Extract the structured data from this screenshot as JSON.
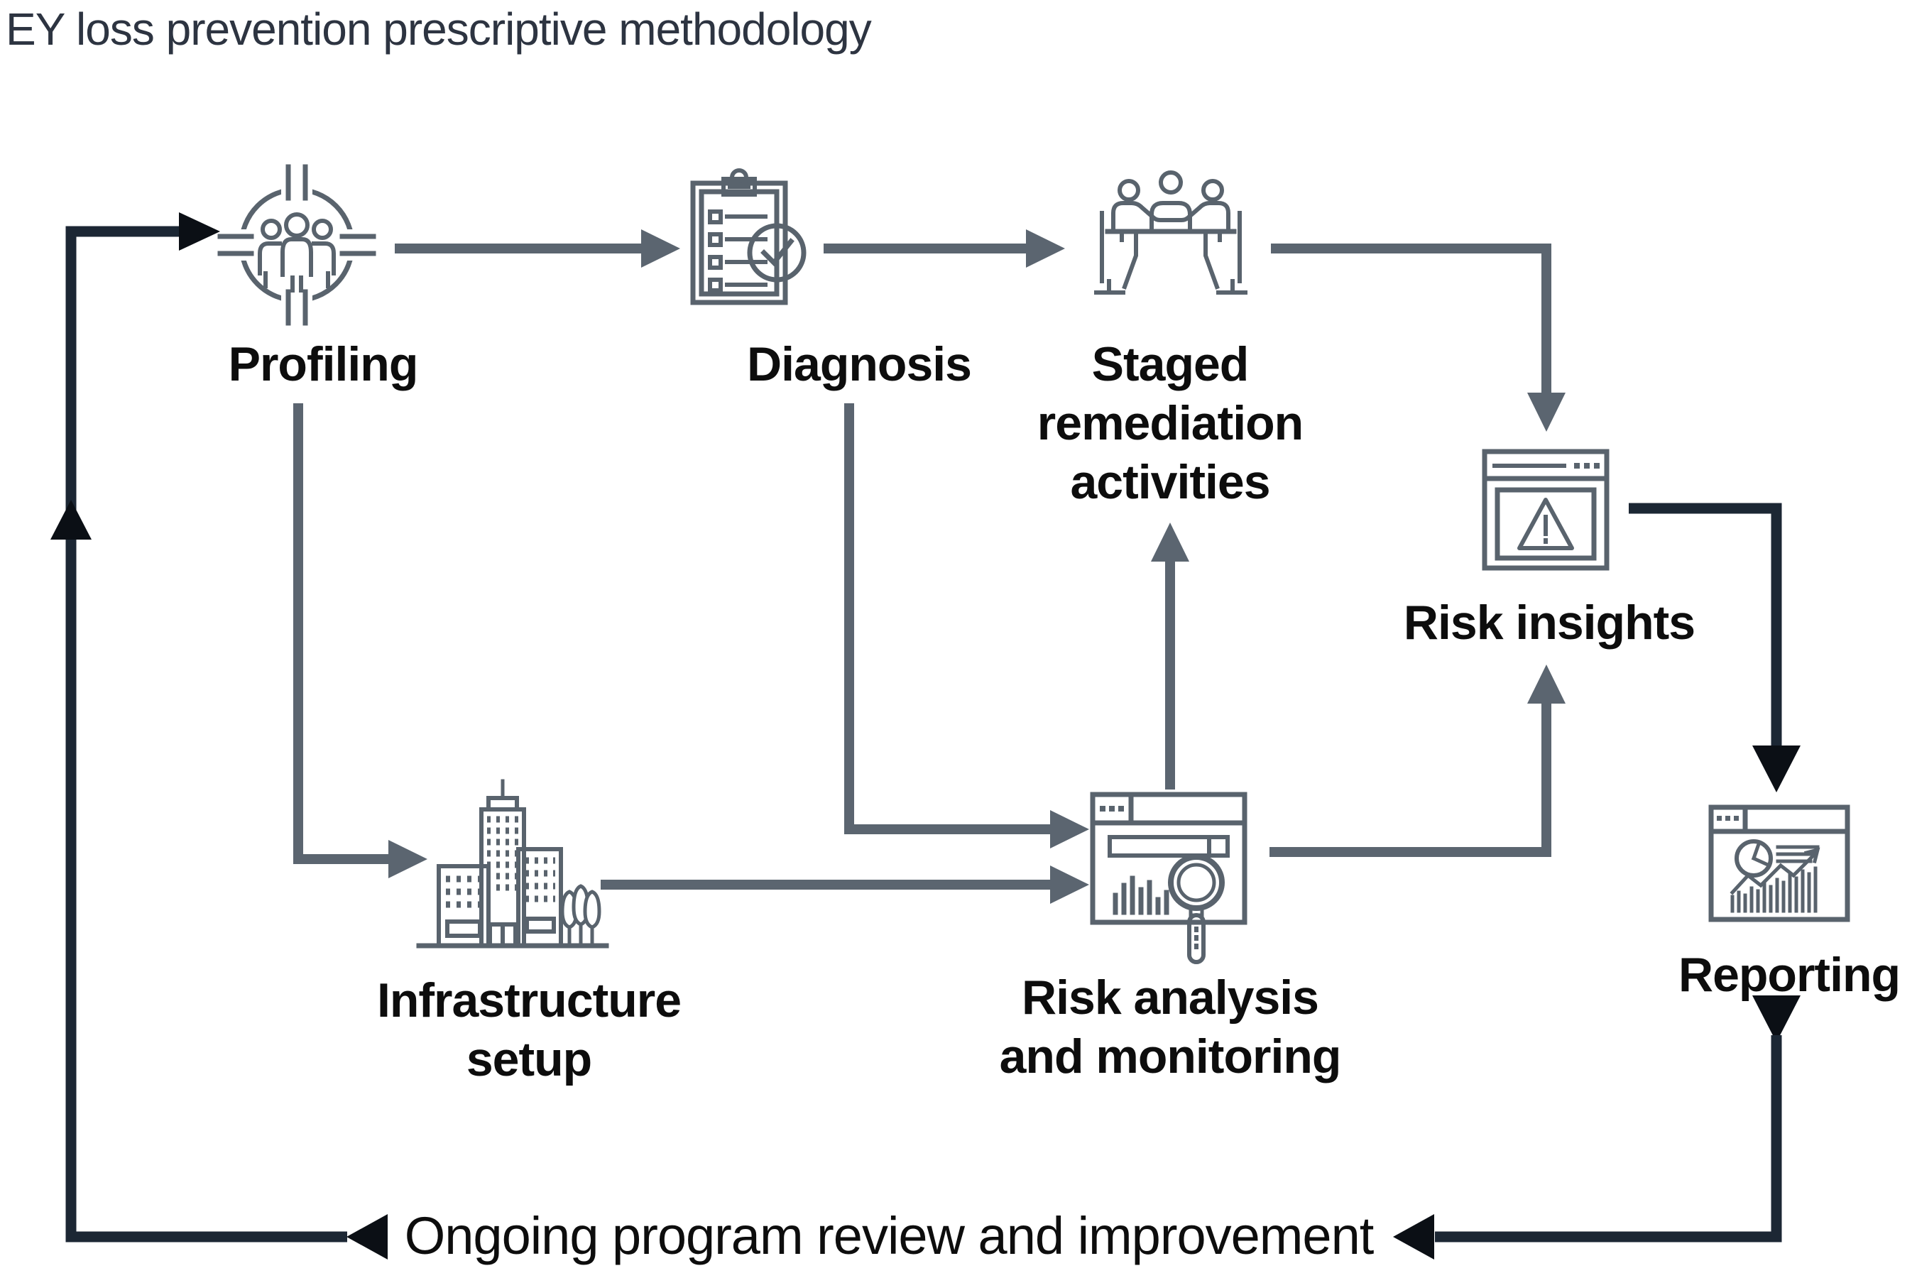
{
  "title": "EY loss prevention prescriptive methodology",
  "colors": {
    "background": "#ffffff",
    "connector_gray": "#5b6570",
    "icon_stroke": "#59636d",
    "loop_navy": "#1c2734",
    "loop_arrowhead_black": "#0b0f15",
    "title_color": "#2d3441",
    "label_color": "#0d0d0d"
  },
  "nodes": {
    "profiling": {
      "label": "Profiling",
      "icon": "target-people-icon"
    },
    "diagnosis": {
      "label": "Diagnosis",
      "icon": "clipboard-checklist-icon"
    },
    "staged_remediation": {
      "label": "Staged\nremediation\nactivities",
      "icon": "meeting-table-icon"
    },
    "risk_insights": {
      "label": "Risk insights",
      "icon": "browser-warning-icon"
    },
    "infrastructure_setup": {
      "label": "Infrastructure\nsetup",
      "icon": "city-buildings-icon"
    },
    "risk_analysis": {
      "label": "Risk analysis\nand monitoring",
      "icon": "browser-search-chart-icon"
    },
    "reporting": {
      "label": "Reporting",
      "icon": "browser-report-chart-icon"
    }
  },
  "feedback_loop": {
    "label": "Ongoing program review and improvement"
  },
  "edges": [
    {
      "from": "profiling",
      "to": "diagnosis",
      "style": "process-gray"
    },
    {
      "from": "diagnosis",
      "to": "staged_remediation",
      "style": "process-gray"
    },
    {
      "from": "staged_remediation",
      "to": "risk_insights",
      "style": "process-gray"
    },
    {
      "from": "profiling",
      "to": "infrastructure_setup",
      "style": "process-gray"
    },
    {
      "from": "diagnosis",
      "to": "risk_analysis",
      "style": "process-gray"
    },
    {
      "from": "infrastructure_setup",
      "to": "risk_analysis",
      "style": "process-gray"
    },
    {
      "from": "risk_analysis",
      "to": "staged_remediation",
      "style": "process-gray"
    },
    {
      "from": "risk_analysis",
      "to": "risk_insights",
      "style": "process-gray"
    },
    {
      "from": "risk_insights",
      "to": "reporting",
      "style": "feedback-navy"
    },
    {
      "from": "reporting",
      "to": "profiling",
      "via": "feedback_loop",
      "style": "feedback-navy"
    }
  ]
}
